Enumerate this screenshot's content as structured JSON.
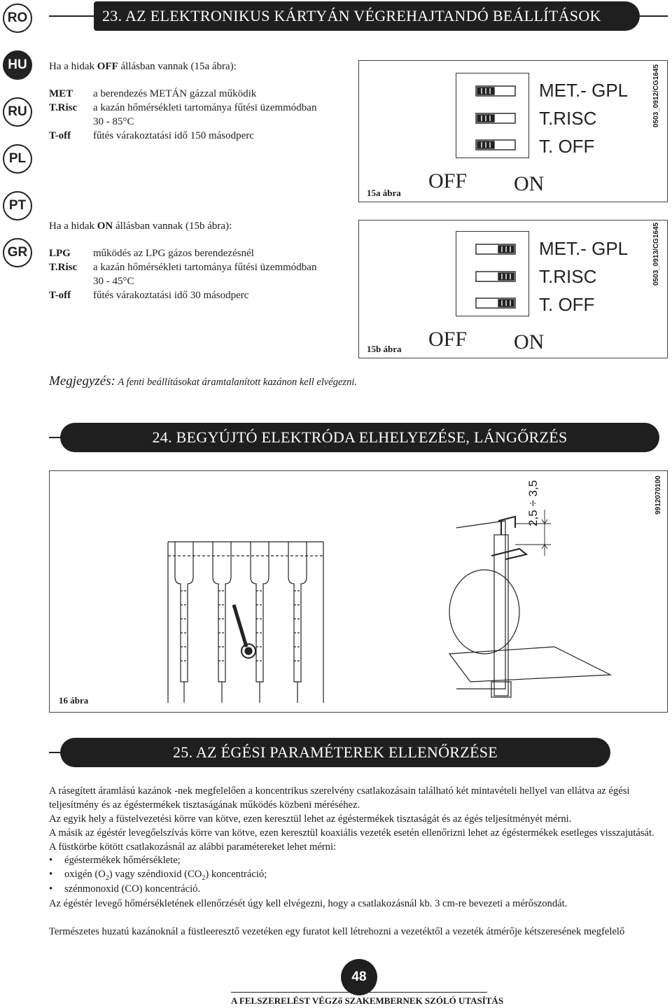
{
  "languages": [
    {
      "code": "RO",
      "active": false
    },
    {
      "code": "HU",
      "active": true
    },
    {
      "code": "RU",
      "active": false
    },
    {
      "code": "PL",
      "active": false
    },
    {
      "code": "PT",
      "active": false
    },
    {
      "code": "GR",
      "active": false
    }
  ],
  "section23": {
    "title": "23. AZ ELEKTRONIKUS KÁRTYÁN VÉGREHAJTANDÓ BEÁLLÍTÁSOK",
    "block_a": {
      "intro_prefix": "Ha a hidak ",
      "intro_bold": "OFF",
      "intro_suffix": " állásban vannak (15a ábra):",
      "rows": [
        {
          "code": "MET",
          "desc": "a berendezés METÁN gázzal működik"
        },
        {
          "code": "T.Risc",
          "desc": "a kazán hőmérsékleti tartománya fűtési üzemmódban"
        },
        {
          "code": "",
          "desc": "30 - 85°C"
        },
        {
          "code": "T-off",
          "desc": "fűtés várakoztatási idő 150 másodperc"
        }
      ],
      "figure": {
        "caption": "15a ábra",
        "code": "0503_0912/CG1645",
        "labels": [
          "MET.- GPL",
          "T.RISC",
          "T. OFF"
        ],
        "off_label": "OFF",
        "on_label": "ON"
      }
    },
    "block_b": {
      "intro_prefix": "Ha a hidak ",
      "intro_bold": "ON",
      "intro_suffix": "  állásban vannak (15b ábra):",
      "rows": [
        {
          "code": "LPG",
          "desc": "működés az LPG gázos berendezésnél"
        },
        {
          "code": "T.Risc",
          "desc": "a kazán hőmérsékleti tartománya fűtési üzemmódban"
        },
        {
          "code": "",
          "desc": "30 - 45°C"
        },
        {
          "code": "T-off",
          "desc": "fűtés várakoztatási idő 30 másodperc"
        }
      ],
      "figure": {
        "caption": "15b ábra",
        "code": "0503_0913/CG1645",
        "labels": [
          "MET.- GPL",
          "T.RISC",
          "T. OFF"
        ],
        "off_label": "OFF",
        "on_label": "ON"
      }
    },
    "note_label": "Megjegyzés:",
    "note_text": " A fenti beállításokat áramtalanított kazánon kell elvégezni."
  },
  "section24": {
    "title": "24. BEGYÚJTÓ ELEKTRÓDA ELHELYEZÉSE, LÁNGŐRZÉS",
    "figure": {
      "caption": "16 ábra",
      "code": "9912070100",
      "dimension": "2,5 ÷ 3,5"
    }
  },
  "section25": {
    "title": "25. AZ ÉGÉSI PARAMÉTEREK ELLENŐRZÉSE",
    "paragraphs": [
      "A rásegített áramlású kazánok  -nek megfelelően a koncentrikus szerelvény csatlakozásain található két mintavételi hellyel van ellátva az égési teljesítmény és az égéstermékek tisztaságának működés közbeni méréséhez.",
      "Az egyik hely a füstelvezetési körre van kötve, ezen keresztül lehet az égéstermékek tisztaságát és az égés teljesítményét mérni.",
      "A másik az égéstér levegőelszívás körre van kötve, ezen keresztül koaxiális vezeték esetén ellenőrizni lehet az égéstermékek esetleges visszajutását.",
      "A füstkörbe kötött csatlakozásnál az alábbi paramétereket lehet mérni:"
    ],
    "bullets": {
      "b1": "égéstermékek hőmérséklete;",
      "b2_a": "oxigén (O",
      "b2_sub1": "2",
      "b2_b": ") vagy széndioxid (CO",
      "b2_sub2": "2",
      "b2_c": ") koncentráció;",
      "b3": "szénmonoxid (CO) koncentráció."
    },
    "after_bullets": "Az égéstér levegő hőmérsékletének ellenőrzését úgy kell elvégezni, hogy a csatlakozásnál kb. 3 cm-re bevezeti a mérőszondát.",
    "last_paragraph": "Természetes huzatú kazánoknál a füstleeresztő vezetéken egy furatot kell létrehozni a vezetéktől a vezeték átmérője kétszeresének megfelelő"
  },
  "footer": {
    "page_number": "48",
    "text": "A FELSZERELÉST VÉGZő SZAKEMBERNEK SZÓLÓ UTASÍTÁS"
  }
}
